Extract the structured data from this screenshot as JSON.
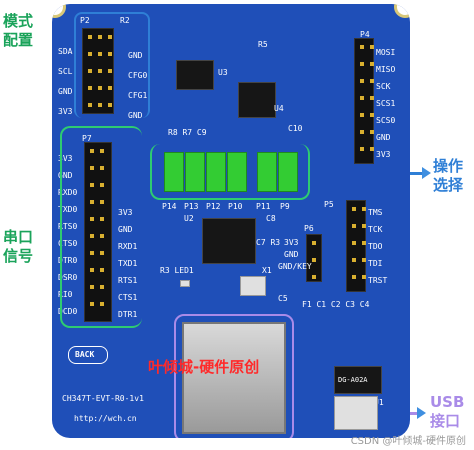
{
  "callouts": {
    "mode": [
      "模式",
      "配置"
    ],
    "serial": [
      "串口",
      "信号"
    ],
    "operate": [
      "操作",
      "选择"
    ],
    "usb": [
      "USB",
      "接口"
    ]
  },
  "colors": {
    "board": "#1f4fb8",
    "callout_green": "#1aa35a",
    "callout_blue": "#2f7fd6",
    "jumper": "#33cc33",
    "bracket_green": "#2ecc71",
    "bracket_purple": "#a98be8",
    "brand_red": "#ff2a2a"
  },
  "silkscreen": {
    "p2": "P2",
    "r2": "R2",
    "mode_left": [
      "SDA",
      "SCL",
      "GND",
      "3V3"
    ],
    "mode_right": [
      "GND",
      "CFG0",
      "CFG1",
      "GND"
    ],
    "u3": "U3",
    "r5": "R5",
    "u4": "U4",
    "r8r7c9": "R8 R7 C9",
    "c10": "C10",
    "p7": "P7",
    "serial_left": [
      "3V3",
      "GND",
      "RXD0",
      "TXD0",
      "RTS0",
      "CTS0",
      "DTR0",
      "DSR0",
      "RI0",
      "DCD0"
    ],
    "serial_right": [
      "3V3",
      "GND",
      "RXD1",
      "TXD1",
      "RTS1",
      "CTS1",
      "DTR1"
    ],
    "jumpers": [
      "P14",
      "P13",
      "P12",
      "P10",
      "P11",
      "P9"
    ],
    "p4": "P4",
    "spi_right": [
      "MOSI",
      "MISO",
      "SCK",
      "SCS1",
      "SCS0",
      "GND",
      "3V3"
    ],
    "jtag_right": [
      "TMS",
      "TCK",
      "TDO",
      "TDI",
      "TRST"
    ],
    "p5": "P5",
    "c8": "C8",
    "u2": "U2",
    "c7r3": "C7 R3",
    "p6": "P6",
    "p6_labels": [
      "3V3",
      "GND",
      "GND/KEY"
    ],
    "r3led1": "R3 LED1",
    "x1": "X1",
    "c5": "C5",
    "fc": "F1 C1 C2 C3 C4",
    "back": "BACK",
    "model": "CH347T-EVT-R0-1v1",
    "url": "http://wch.cn",
    "u1": "U1",
    "chip_u1": "DG-A02A"
  },
  "brand": "叶倾城-硬件原创",
  "watermark": "CSDN @叶倾城-硬件原创"
}
